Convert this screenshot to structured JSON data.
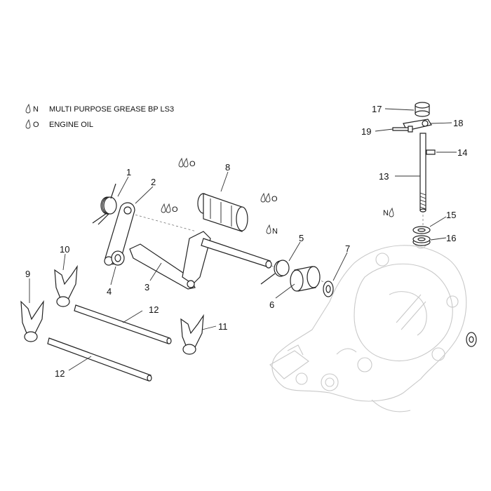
{
  "legend": [
    {
      "symbol": " N",
      "text": "MULTI PURPOSE GREASE BP LS3"
    },
    {
      "symbol": " O",
      "text": "ENGINE OIL"
    }
  ],
  "callouts": {
    "c1": "1",
    "c2": "2",
    "c3": "3",
    "c4": "4",
    "c5": "5",
    "c6": "6",
    "c7": "7",
    "c8": "8",
    "c9": "9",
    "c10": "10",
    "c11": "11",
    "c12a": "12",
    "c12b": "12",
    "c13": "13",
    "c14": "14",
    "c15": "15",
    "c16": "16",
    "c17": "17",
    "c18": "18",
    "c19": "19"
  },
  "lube_marks": {
    "o_drum_top": "O",
    "o_drum_right": "O",
    "o_shaft": "O",
    "n_shaft": "N",
    "n_pedal": "N"
  }
}
